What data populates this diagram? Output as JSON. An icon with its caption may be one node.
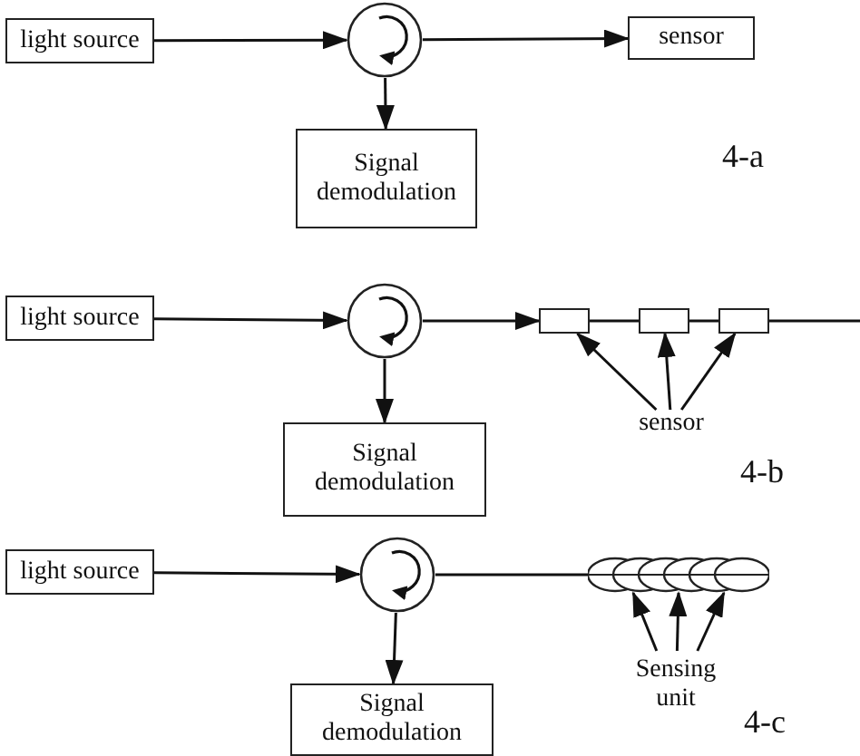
{
  "diagram": {
    "nodes": [
      {
        "text": [
          "light source"
        ]
      },
      {
        "text": [],
        "shape": "circle"
      },
      {
        "text": [
          "sensor"
        ]
      },
      {
        "text": [
          "Signal demodulation"
        ]
      },
      {
        "text": [
          "light source"
        ]
      },
      {
        "text": [],
        "shape": "circle"
      },
      {
        "text": [],
        "shape": "box"
      },
      {
        "text": [],
        "shape": "box"
      },
      {
        "text": [],
        "shape": "box"
      },
      {
        "text": [
          "sensor"
        ]
      },
      {
        "text": [
          "Signal demodulation"
        ]
      },
      {
        "text": [
          "light source"
        ]
      },
      {
        "text": [],
        "shape": "circle"
      },
      {
        "text": [],
        "shape": "ellipse"
      },
      {
        "text": [
          "Sensing unit"
        ]
      },
      {
        "text": [
          "Signal demodulation"
        ]
      }
    ],
    "edges": [
      {
        "from": 0,
        "to": 1,
        "arrow": "to"
      },
      {
        "from": 1,
        "to": 2,
        "arrow": "to"
      },
      {
        "from": 1,
        "to": 3,
        "arrow": "to"
      },
      {
        "from": 4,
        "to": 5,
        "arrow": "to"
      },
      {
        "from": 5,
        "to": 6,
        "arrow": "to"
      },
      {
        "from": 6,
        "to": 7,
        "arrow": "none"
      },
      {
        "from": 7,
        "to": 8,
        "arrow": "none"
      },
      {
        "from": 8,
        "to": null,
        "arrow": "none"
      },
      {
        "from": 9,
        "to": 6,
        "arrow": "to"
      },
      {
        "from": 9,
        "to": 7,
        "arrow": "to"
      },
      {
        "from": 9,
        "to": 8,
        "arrow": "to"
      },
      {
        "from": 5,
        "to": 10,
        "arrow": "to"
      },
      {
        "from": 11,
        "to": 12,
        "arrow": "to"
      },
      {
        "from": 12,
        "to": 13,
        "arrow": "none"
      },
      {
        "from": 14,
        "to": 13,
        "arrow": "to"
      },
      {
        "from": 14,
        "to": 13,
        "arrow": "to"
      },
      {
        "from": 14,
        "to": 13,
        "arrow": "to"
      },
      {
        "from": 12,
        "to": 15,
        "arrow": "to"
      }
    ],
    "labels": [
      "4-a",
      "4-b",
      "4-c"
    ]
  }
}
